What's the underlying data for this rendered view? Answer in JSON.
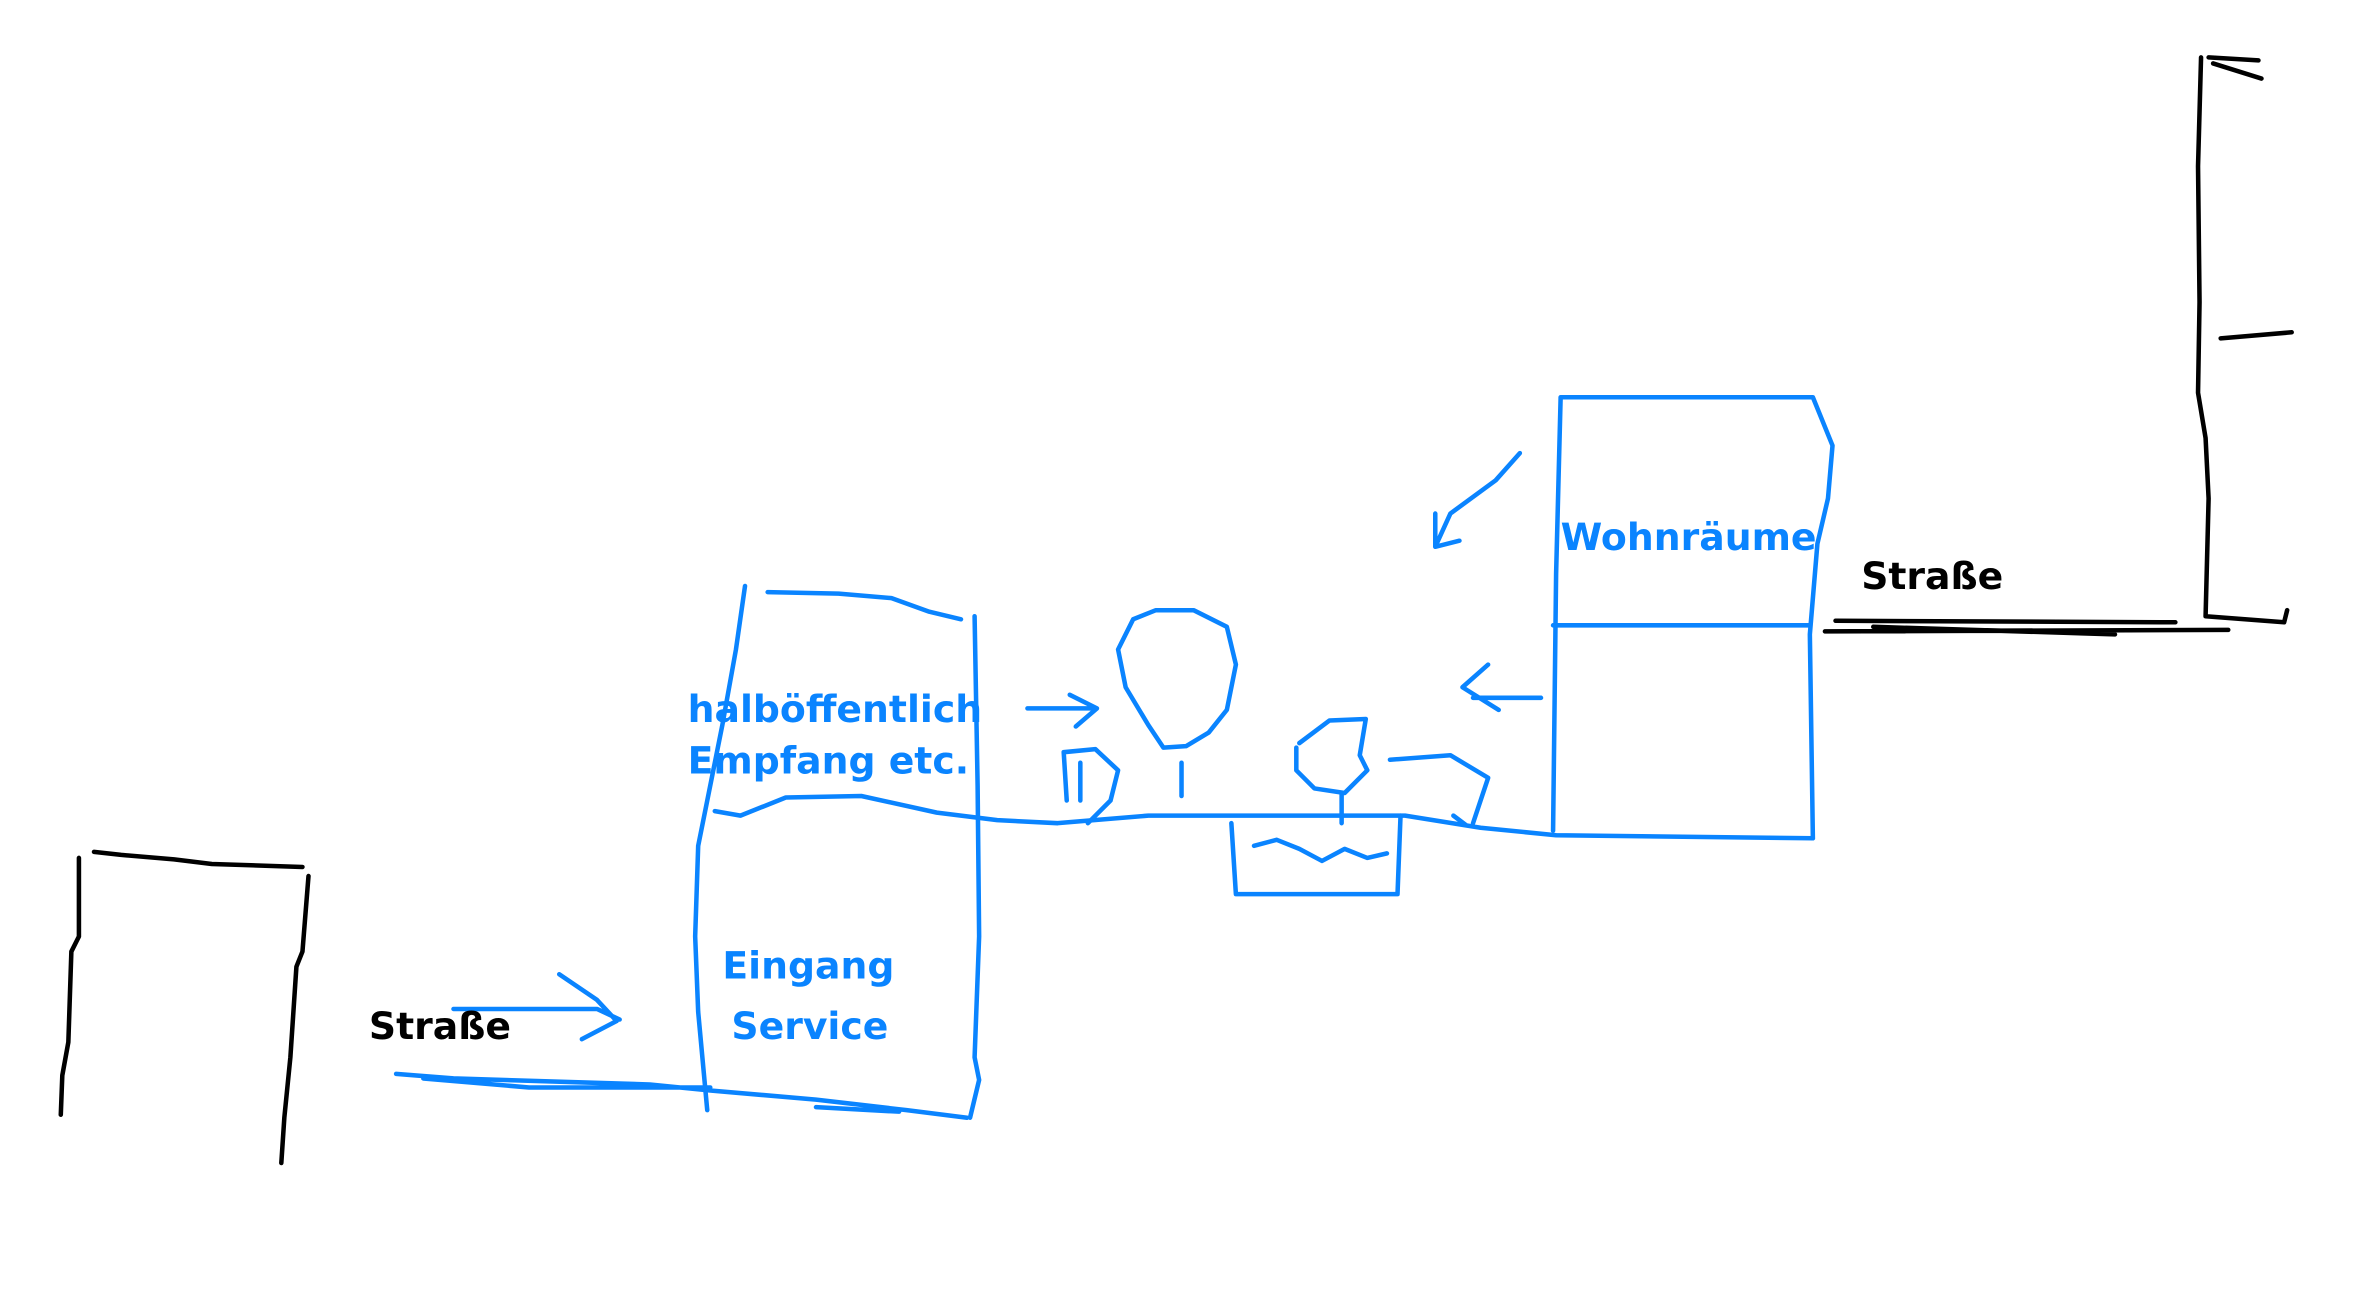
{
  "colors": {
    "ink_blue": "#0a84ff",
    "ink_black": "#000000",
    "background": "#ffffff"
  },
  "labels": {
    "street_left": "Straße",
    "street_right": "Straße",
    "entrance_line1": "Eingang",
    "entrance_line2": "Service",
    "semi_public_line1": "halböffentlich",
    "semi_public_line2": "Empfang etc.",
    "living": "Wohnräume"
  }
}
